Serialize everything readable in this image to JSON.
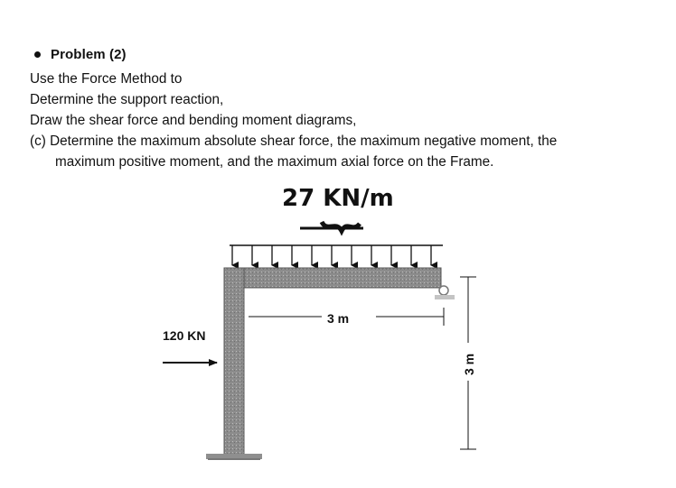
{
  "problem": {
    "heading": "Problem (2)",
    "lines": [
      "Use the Force Method to",
      "Determine the support reaction,",
      "Draw the shear force and bending moment diagrams,",
      "(c) Determine the maximum absolute shear force, the maximum negative moment, the",
      "maximum positive moment, and the maximum axial force on the Frame."
    ]
  },
  "figure": {
    "distributed_load_label": "27 KN/m",
    "horizontal_load_label": "120 KN",
    "beam_span_label": "3 m",
    "column_height_label": "3 m",
    "colors": {
      "member": "#8a8a8a",
      "support": "#b0b0b0",
      "ink": "#111111"
    }
  }
}
